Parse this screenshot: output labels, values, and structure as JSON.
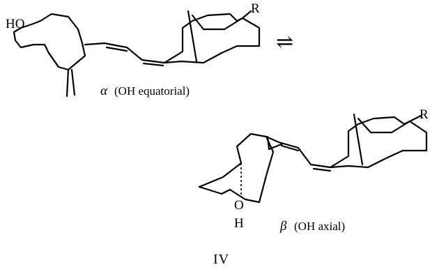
{
  "alpha": {
    "ho_label": "HO",
    "r_label": "R",
    "caption_symbol": "α",
    "caption_text": "(OH equatorial)"
  },
  "equilibrium": {
    "symbol": "⇌"
  },
  "beta": {
    "r_label": "R",
    "o_label": "O",
    "h_label": "H",
    "caption_symbol": "β",
    "caption_text": "(OH axial)"
  },
  "figure_label": "IV"
}
